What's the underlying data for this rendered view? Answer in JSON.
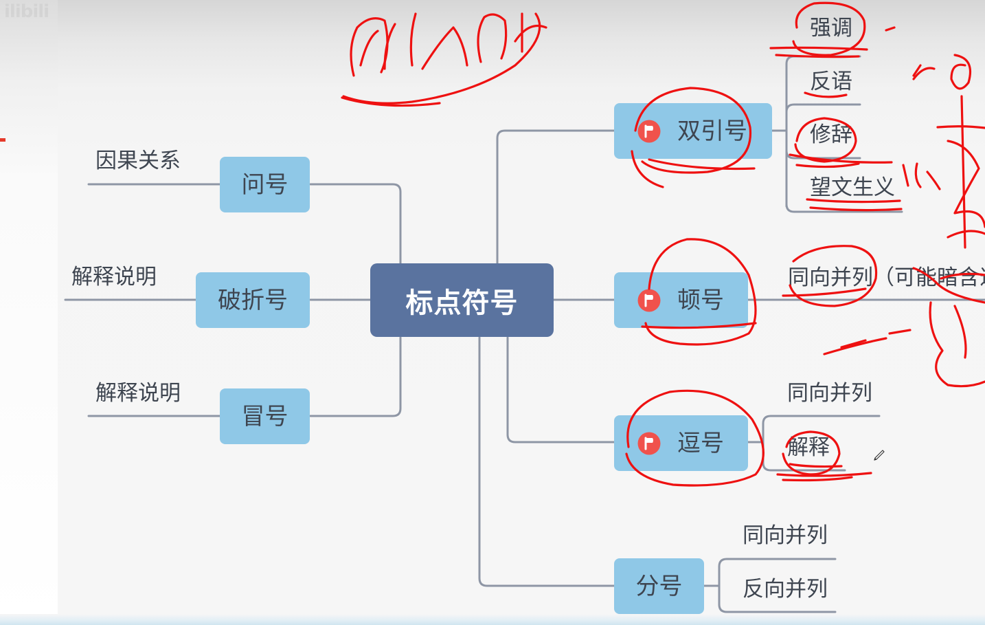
{
  "watermark": "ilibili",
  "center": {
    "label": "标点符号"
  },
  "left_nodes": {
    "question": {
      "label": "问号",
      "leaf": "因果关系"
    },
    "dash": {
      "label": "破折号",
      "leaf": "解释说明"
    },
    "colon": {
      "label": "冒号",
      "leaf": "解释说明"
    }
  },
  "right_nodes": {
    "double_quote": {
      "label": "双引号",
      "flag_icon": "red-flag",
      "leaves": [
        "强调",
        "反语",
        "修辞",
        "望文生义"
      ]
    },
    "pause_mark": {
      "label": "顿号",
      "flag_icon": "red-flag",
      "leaf": "同向并列（可能暗含递"
    },
    "comma": {
      "label": "逗号",
      "flag_icon": "red-flag",
      "leaves": [
        "同向并列",
        "解释"
      ]
    },
    "semicolon": {
      "label": "分号",
      "leaves": [
        "同向并列",
        "反向并列"
      ]
    }
  },
  "colors": {
    "node_fill": "#8fc8e7",
    "center_fill": "#5a739f",
    "connector": "#8e96a5",
    "ink": "#ee1111",
    "flag_red": "#f0524c"
  }
}
